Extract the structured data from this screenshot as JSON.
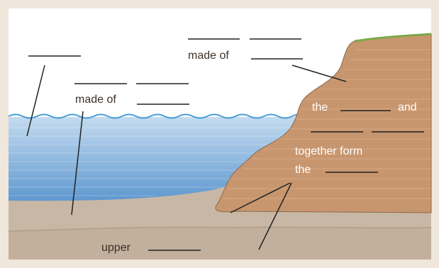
{
  "labels": {
    "made_of_top": "made of",
    "made_of_mid": "made of",
    "the_and_prefix": "the",
    "the_and_suffix": "and",
    "together_form": "together form",
    "the_bottom": "the",
    "upper": "upper"
  },
  "colors": {
    "frame_background": "#efe7dc",
    "sky": "#ffffff",
    "water_top": "#b9d3ec",
    "water_bottom": "#5f98cf",
    "wave_line": "#4a9ed6",
    "cliff": "#c8966e",
    "cliff_edge": "#8a6a4c",
    "grass": "#7aa84a",
    "seabed": "#c9b7a5",
    "lower_ground": "#c1af9c",
    "leader_line": "#222222",
    "blank_line": "#222222",
    "text_dark": "#3c3028",
    "text_light": "#ffffff"
  }
}
